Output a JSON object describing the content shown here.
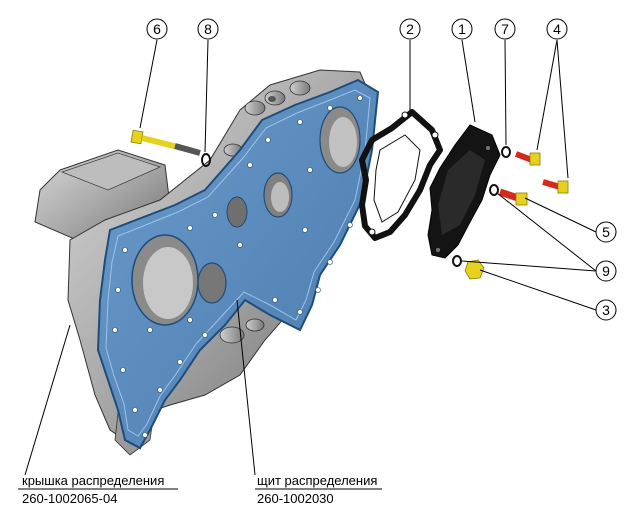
{
  "callouts": [
    "1",
    "2",
    "3",
    "4",
    "5",
    "6",
    "7",
    "8",
    "9"
  ],
  "labels": {
    "cover_name": "крышка распределения",
    "cover_part": "260-1002065-04",
    "plate_name": "щит распределения",
    "plate_part": "260-1002030"
  },
  "colors": {
    "plate_blue": "#5b8fc0",
    "plate_edge": "#2c5d8f",
    "casting_gray": "#a9a9a9",
    "bolt_yellow": "#e6d21e",
    "bolt_red": "#d22a1e",
    "gasket_black": "#111111"
  }
}
